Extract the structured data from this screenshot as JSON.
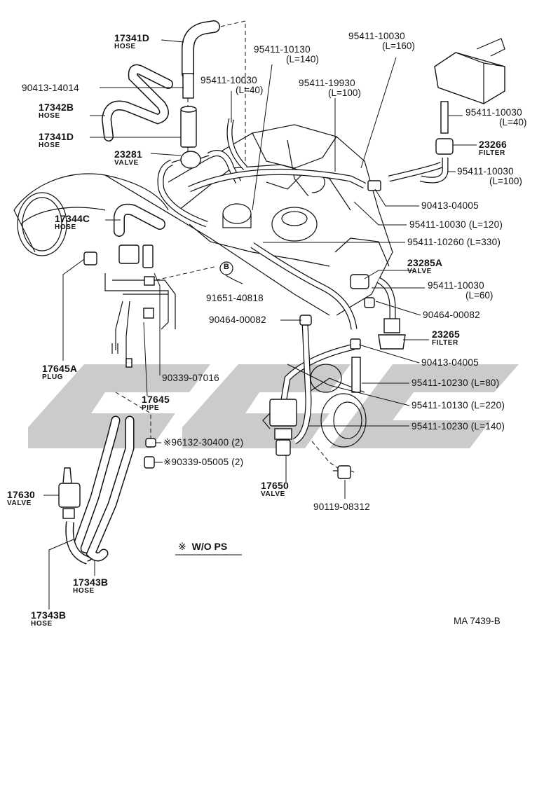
{
  "diagram": {
    "reference": "MA 7439-B",
    "note_symbol": "※",
    "note_text": "W/O PS",
    "circle_marker": "B",
    "parts": [
      {
        "id": "p1",
        "number": "17341D",
        "caption": "HOSE"
      },
      {
        "id": "p2",
        "number": "90413-14014",
        "caption": ""
      },
      {
        "id": "p3",
        "number": "17342B",
        "caption": "HOSE"
      },
      {
        "id": "p4",
        "number": "17341D",
        "caption": "HOSE"
      },
      {
        "id": "p5",
        "number": "23281",
        "caption": "VALVE"
      },
      {
        "id": "p6",
        "number": "17344C",
        "caption": "HOSE"
      },
      {
        "id": "p7",
        "number": "95411-10030",
        "caption": "(L=40)"
      },
      {
        "id": "p8",
        "number": "95411-10130",
        "caption": "(L=140)"
      },
      {
        "id": "p9",
        "number": "95411-19930",
        "caption": "(L=100)"
      },
      {
        "id": "p10",
        "number": "95411-10030",
        "caption": "(L=160)"
      },
      {
        "id": "p11",
        "number": "95411-10030",
        "caption": "(L=40)"
      },
      {
        "id": "p12",
        "number": "23266",
        "caption": "FILTER"
      },
      {
        "id": "p13",
        "number": "95411-10030",
        "caption": "(L=100)"
      },
      {
        "id": "p14",
        "number": "90413-04005",
        "caption": ""
      },
      {
        "id": "p15",
        "number": "95411-10030 (L=120)",
        "caption": ""
      },
      {
        "id": "p16",
        "number": "95411-10260 (L=330)",
        "caption": ""
      },
      {
        "id": "p17",
        "number": "23285A",
        "caption": "VALVE"
      },
      {
        "id": "p18",
        "number": "95411-10030",
        "caption": "(L=60)"
      },
      {
        "id": "p19",
        "number": "90464-00082",
        "caption": ""
      },
      {
        "id": "p20",
        "number": "23265",
        "caption": "FILTER"
      },
      {
        "id": "p21",
        "number": "90464-00082",
        "caption": ""
      },
      {
        "id": "p22",
        "number": "91651-40818",
        "caption": ""
      },
      {
        "id": "p23",
        "number": "17645A",
        "caption": "PLUG"
      },
      {
        "id": "p24",
        "number": "90339-07016",
        "caption": ""
      },
      {
        "id": "p25",
        "number": "17645",
        "caption": "PIPE"
      },
      {
        "id": "p26",
        "number": "90413-04005",
        "caption": ""
      },
      {
        "id": "p27",
        "number": "95411-10230 (L=80)",
        "caption": ""
      },
      {
        "id": "p28",
        "number": "95411-10130 (L=220)",
        "caption": ""
      },
      {
        "id": "p29",
        "number": "95411-10230 (L=140)",
        "caption": ""
      },
      {
        "id": "p30",
        "number": "※96132-30400 (2)",
        "caption": ""
      },
      {
        "id": "p31",
        "number": "※90339-05005 (2)",
        "caption": ""
      },
      {
        "id": "p32",
        "number": "17630",
        "caption": "VALVE"
      },
      {
        "id": "p33",
        "number": "17650",
        "caption": "VALVE"
      },
      {
        "id": "p34",
        "number": "90119-08312",
        "caption": ""
      },
      {
        "id": "p35",
        "number": "17343B",
        "caption": "HOSE"
      },
      {
        "id": "p36",
        "number": "17343B",
        "caption": "HOSE"
      }
    ]
  }
}
